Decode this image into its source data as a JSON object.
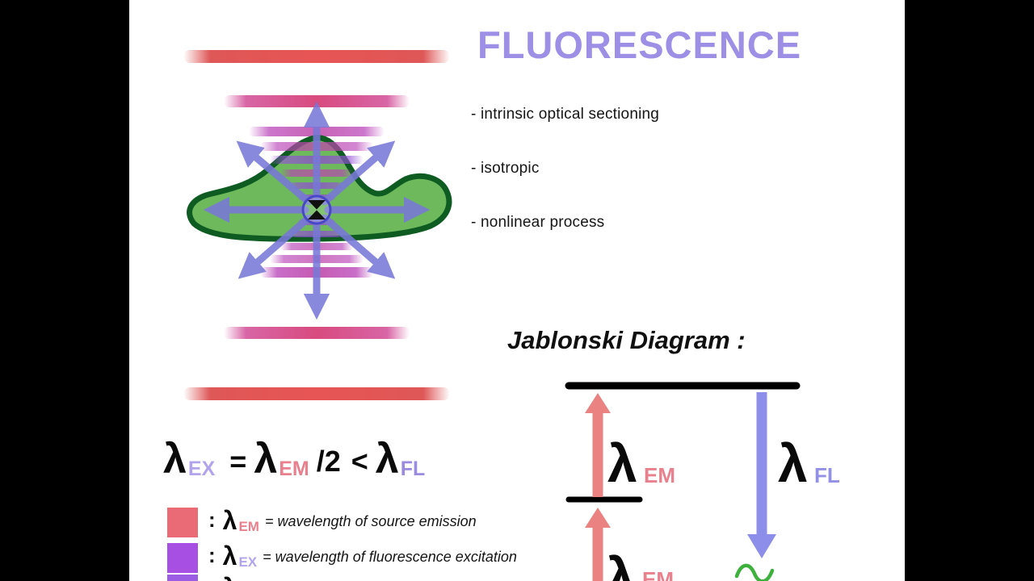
{
  "title": {
    "text": "FLUORESCENCE",
    "color": "#9e8fe6"
  },
  "bullets": [
    "-  intrinsic optical sectioning",
    "-  isotropic",
    "-  nonlinear process"
  ],
  "jablonski": {
    "heading": "Jablonski Diagram :",
    "lambda": "λ",
    "em_sub": "EM",
    "fl_sub": "FL",
    "em_color": "#e8808e",
    "fl_color": "#9490e8"
  },
  "equation": {
    "lambda": "λ",
    "sub_ex": "EX",
    "equals": "=",
    "sub_em": "EM",
    "half": "/2",
    "less_than": "<",
    "sub_fl": "FL",
    "ex_color": "#b2a4ec",
    "em_color": "#e8808e",
    "fl_color": "#9a8ae0"
  },
  "legend": {
    "rows": [
      {
        "color": "#ea6b76",
        "colon": ":",
        "lambda": "λ",
        "sub": "EM",
        "sub_color": "#e8808e",
        "desc": "= wavelength of source emission"
      },
      {
        "color": "#a64fe2",
        "colon": ":",
        "lambda": "λ",
        "sub": "EX",
        "sub_color": "#b2a4ec",
        "desc": "= wavelength of fluorescence excitation"
      },
      {
        "color": "#9d5ce4",
        "colon": ":",
        "lambda": "λ",
        "sub": "",
        "sub_color": "#9a8ae0",
        "desc": ""
      }
    ]
  }
}
